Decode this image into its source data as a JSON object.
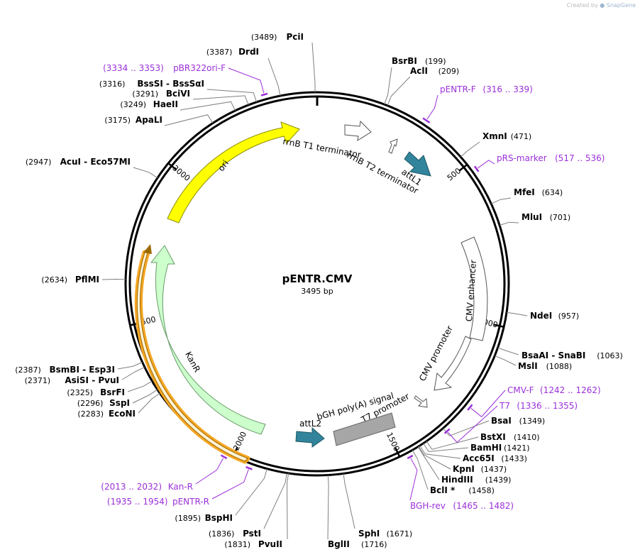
{
  "credit": {
    "prefix": "Created by",
    "brand": "SnapGene"
  },
  "plasmid": {
    "name": "pENTR.CMV",
    "size_label": "3495 bp",
    "length": 3495
  },
  "ring_ticks": [
    {
      "pos": 500,
      "label": "500"
    },
    {
      "pos": 1000,
      "label": "1000"
    },
    {
      "pos": 1500,
      "label": "1500"
    },
    {
      "pos": 2000,
      "label": "2000"
    },
    {
      "pos": 2500,
      "label": "2500"
    },
    {
      "pos": 3000,
      "label": "3000"
    }
  ],
  "sites": [
    {
      "name": "PciI",
      "pos_label": "(3489)",
      "pos": 3489
    },
    {
      "name": "BsrBI",
      "pos_label": "(199)",
      "pos": 199
    },
    {
      "name": "AclI",
      "pos_label": "(209)",
      "pos": 209
    },
    {
      "name": "DrdI",
      "pos_label": "(3387)",
      "pos": 3387
    },
    {
      "name": "BssSI - BssSαI",
      "pos_label": "(3316)",
      "pos": 3316
    },
    {
      "name": "BciVI",
      "pos_label": "(3291)",
      "pos": 3291
    },
    {
      "name": "HaeII",
      "pos_label": "(3249)",
      "pos": 3249
    },
    {
      "name": "ApaLI",
      "pos_label": "(3175)",
      "pos": 3175
    },
    {
      "name": "XmnI",
      "pos_label": "(471)",
      "pos": 471
    },
    {
      "name": "AcuI - Eco57MI",
      "pos_label": "(2947)",
      "pos": 2947
    },
    {
      "name": "MfeI",
      "pos_label": "(634)",
      "pos": 634
    },
    {
      "name": "MluI",
      "pos_label": "(701)",
      "pos": 701
    },
    {
      "name": "PflMI",
      "pos_label": "(2634)",
      "pos": 2634
    },
    {
      "name": "NdeI",
      "pos_label": "(957)",
      "pos": 957
    },
    {
      "name": "BsaAI - SnaBI",
      "pos_label": "(1063)",
      "pos": 1063
    },
    {
      "name": "MslI",
      "pos_label": "(1088)",
      "pos": 1088
    },
    {
      "name": "BsmBI - Esp3I",
      "pos_label": "(2387)",
      "pos": 2387
    },
    {
      "name": "AsiSI - PvuI",
      "pos_label": "(2371)",
      "pos": 2371
    },
    {
      "name": "BsrFI",
      "pos_label": "(2325)",
      "pos": 2325
    },
    {
      "name": "SspI",
      "pos_label": "(2296)",
      "pos": 2296
    },
    {
      "name": "EcoNI",
      "pos_label": "(2283)",
      "pos": 2283
    },
    {
      "name": "BsaI",
      "pos_label": "(1349)",
      "pos": 1349
    },
    {
      "name": "BstXI",
      "pos_label": "(1410)",
      "pos": 1410
    },
    {
      "name": "BamHI",
      "pos_label": "(1421)",
      "pos": 1421
    },
    {
      "name": "Acc65I",
      "pos_label": "(1433)",
      "pos": 1433
    },
    {
      "name": "KpnI",
      "pos_label": "(1437)",
      "pos": 1437
    },
    {
      "name": "HindIII",
      "pos_label": "(1439)",
      "pos": 1439
    },
    {
      "name": "BclI *",
      "pos_label": "(1458)",
      "pos": 1458
    },
    {
      "name": "BspHI",
      "pos_label": "(1895)",
      "pos": 1895
    },
    {
      "name": "PstI",
      "pos_label": "(1836)",
      "pos": 1836
    },
    {
      "name": "PvuII",
      "pos_label": "(1831)",
      "pos": 1831
    },
    {
      "name": "SphI",
      "pos_label": "(1671)",
      "pos": 1671
    },
    {
      "name": "BglII",
      "pos_label": "(1716)",
      "pos": 1716
    }
  ],
  "primers": [
    {
      "name": "pBR322ori-F",
      "range": "(3334 .. 3353)",
      "start": 3334,
      "end": 3353
    },
    {
      "name": "pENTR-F",
      "range": "(316 .. 339)",
      "start": 316,
      "end": 339
    },
    {
      "name": "pRS-marker",
      "range": "(517 .. 536)",
      "start": 517,
      "end": 536
    },
    {
      "name": "CMV-F",
      "range": "(1242 .. 1262)",
      "start": 1242,
      "end": 1262
    },
    {
      "name": "T7",
      "range": "(1336 .. 1355)",
      "start": 1336,
      "end": 1355
    },
    {
      "name": "BGH-rev",
      "range": "(1465 .. 1482)",
      "start": 1465,
      "end": 1482
    },
    {
      "name": "Kan-R",
      "range": "(2013 .. 2032)",
      "start": 2013,
      "end": 2032
    },
    {
      "name": "pENTR-R",
      "range": "(1935 .. 1954)",
      "start": 1935,
      "end": 1954
    }
  ],
  "features": [
    {
      "name": "ori"
    },
    {
      "name": "KanR"
    },
    {
      "name": "rrnB T1 terminator"
    },
    {
      "name": "rrnB T2 terminator"
    },
    {
      "name": "attL1"
    },
    {
      "name": "CMV enhancer"
    },
    {
      "name": "CMV promoter"
    },
    {
      "name": "T7 promoter"
    },
    {
      "name": "bGH poly(A) signal"
    },
    {
      "name": "attL2"
    }
  ],
  "colors": {
    "ori": "#ffff00",
    "kanr": "#ccffcc",
    "kanr_cds_outline": "#f5a623",
    "attL": "#31849b",
    "bgh": "#a6a6a6",
    "primer": "#9b30d9",
    "ring": "#000000"
  }
}
